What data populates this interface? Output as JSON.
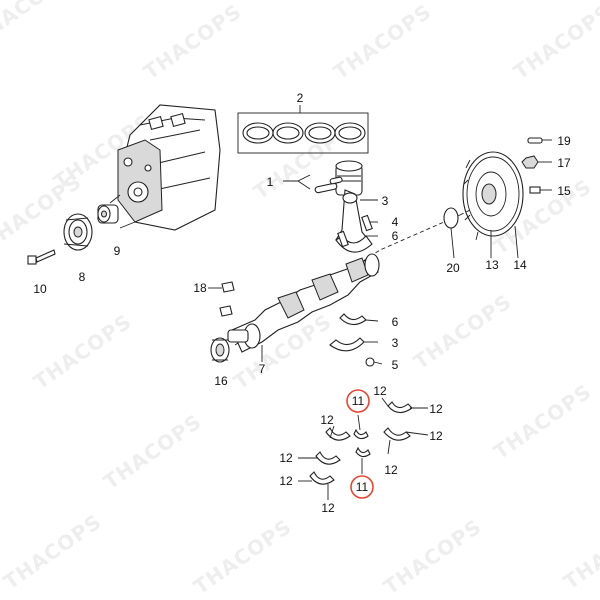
{
  "watermark": "THACOPS",
  "callouts": [
    {
      "id": "c1",
      "text": "1"
    },
    {
      "id": "c2",
      "text": "2"
    },
    {
      "id": "c3",
      "text": "3"
    },
    {
      "id": "c4",
      "text": "4"
    },
    {
      "id": "c5",
      "text": "5"
    },
    {
      "id": "c6a",
      "text": "6"
    },
    {
      "id": "c6b",
      "text": "6"
    },
    {
      "id": "c7",
      "text": "7"
    },
    {
      "id": "c8",
      "text": "8"
    },
    {
      "id": "c9",
      "text": "9"
    },
    {
      "id": "c10",
      "text": "10"
    },
    {
      "id": "c11a",
      "text": "11"
    },
    {
      "id": "c11b",
      "text": "11"
    },
    {
      "id": "c12a",
      "text": "12"
    },
    {
      "id": "c12b",
      "text": "12"
    },
    {
      "id": "c12c",
      "text": "12"
    },
    {
      "id": "c12d",
      "text": "12"
    },
    {
      "id": "c12e",
      "text": "12"
    },
    {
      "id": "c12f",
      "text": "12"
    },
    {
      "id": "c12g",
      "text": "12"
    },
    {
      "id": "c12h",
      "text": "12"
    },
    {
      "id": "c13",
      "text": "13"
    },
    {
      "id": "c14",
      "text": "14"
    },
    {
      "id": "c15",
      "text": "15"
    },
    {
      "id": "c16",
      "text": "16"
    },
    {
      "id": "c17",
      "text": "17"
    },
    {
      "id": "c18",
      "text": "18"
    },
    {
      "id": "c19",
      "text": "19"
    },
    {
      "id": "c20",
      "text": "20"
    }
  ],
  "highlight_color": "#e8442e"
}
